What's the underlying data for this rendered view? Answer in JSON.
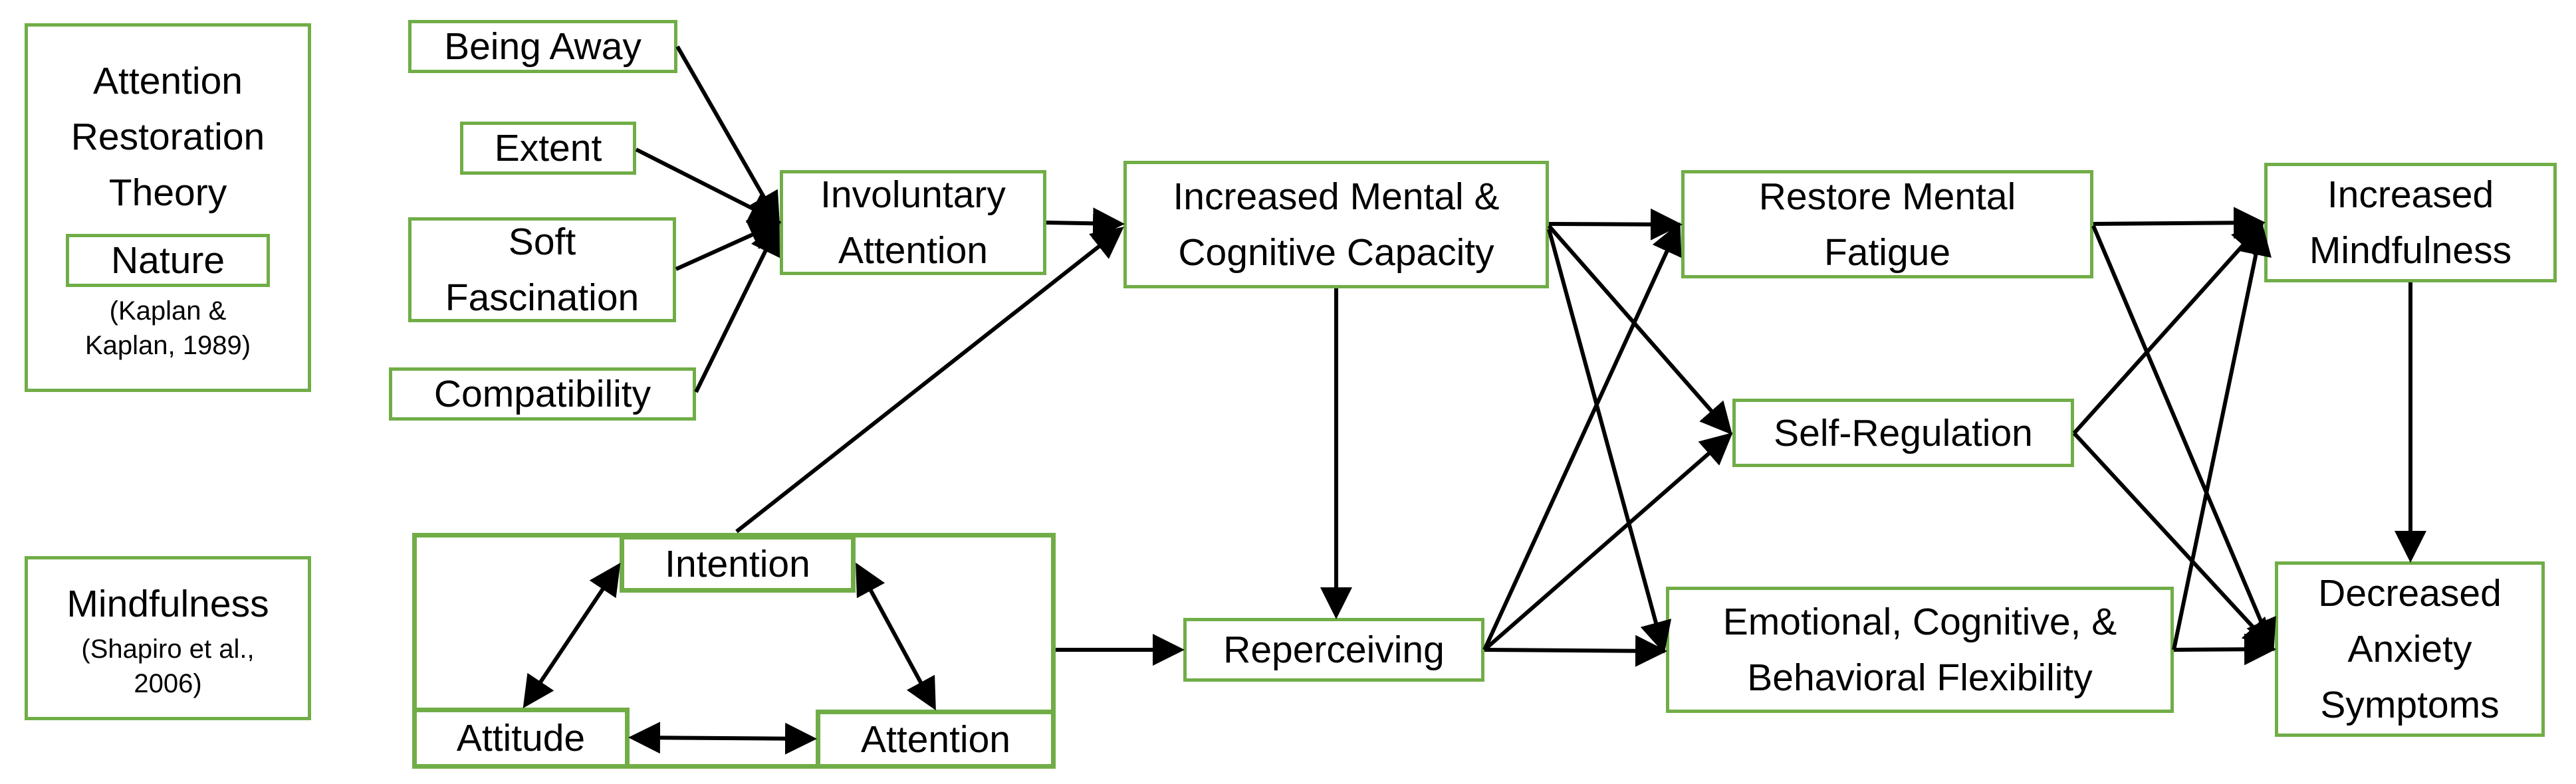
{
  "art_theory": {
    "title_lines": [
      "Attention",
      "Restoration",
      "Theory"
    ],
    "nature_label": "Nature",
    "citation_lines": [
      "(Kaplan &",
      "Kaplan, 1989)"
    ]
  },
  "mindfulness_theory": {
    "title": "Mindfulness",
    "citation_lines": [
      "(Shapiro et al.,",
      "2006)"
    ]
  },
  "nature_factors": {
    "being_away": "Being Away",
    "extent": "Extent",
    "soft_fascination_lines": [
      "Soft",
      "Fascination"
    ],
    "compatibility": "Compatibility"
  },
  "mindfulness_components": {
    "intention": "Intention",
    "attitude": "Attitude",
    "attention": "Attention"
  },
  "mechanisms": {
    "involuntary_attention_lines": [
      "Involuntary",
      "Attention"
    ],
    "increased_capacity_lines": [
      "Increased Mental &",
      "Cognitive Capacity"
    ],
    "reperceiving": "Reperceiving"
  },
  "intermediate_outcomes": {
    "restore_fatigue_lines": [
      "Restore Mental",
      "Fatigue"
    ],
    "self_regulation": "Self-Regulation",
    "flexibility_lines": [
      "Emotional, Cognitive, &",
      "Behavioral Flexibility"
    ]
  },
  "final_outcomes": {
    "increased_mindfulness_lines": [
      "Increased",
      "Mindfulness"
    ],
    "decreased_anxiety_lines": [
      "Decreased",
      "Anxiety",
      "Symptoms"
    ]
  },
  "colors": {
    "box_border": "#70ad47",
    "arrow": "#000000"
  }
}
